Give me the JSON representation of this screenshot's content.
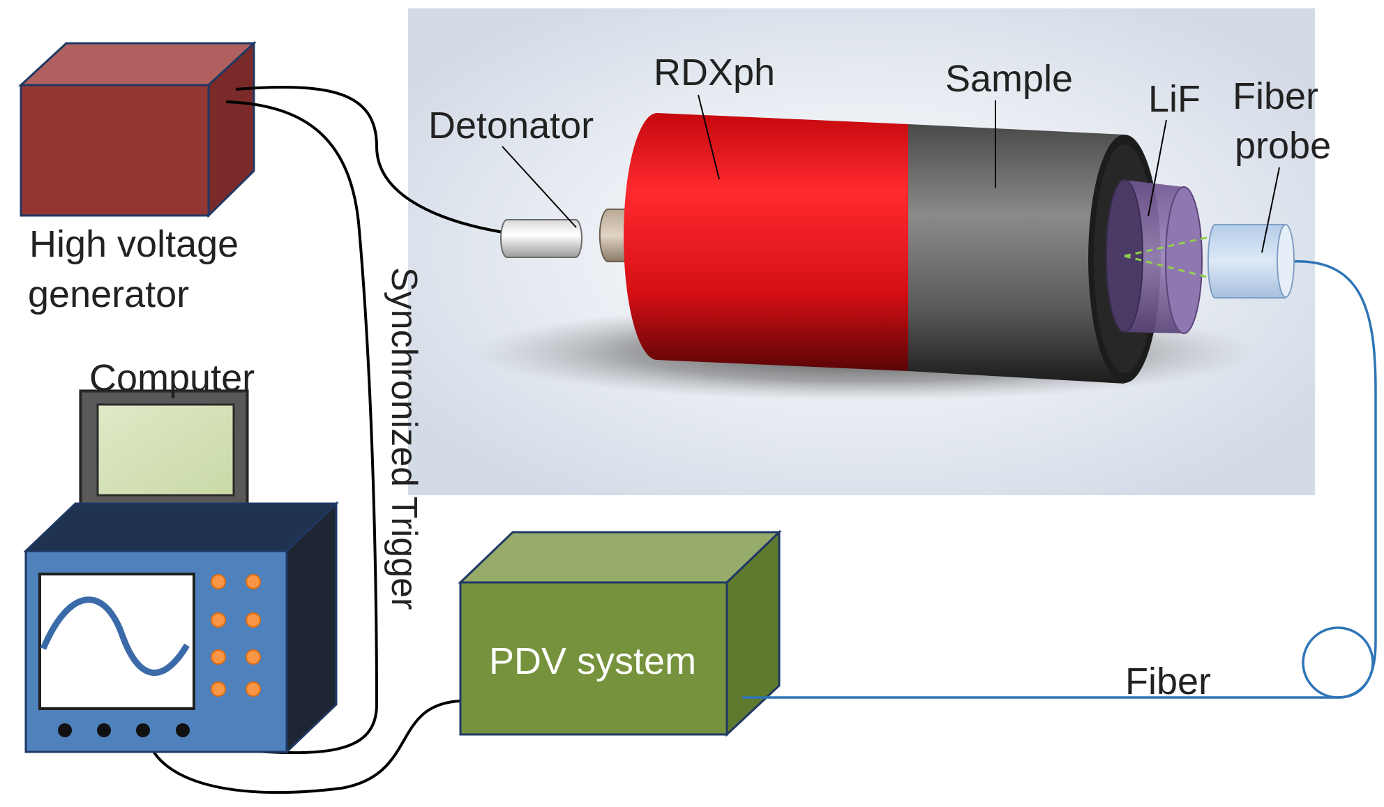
{
  "labels": {
    "high_voltage_line1": "High voltage",
    "high_voltage_line2": "generator",
    "computer": "Computer",
    "synchronized_trigger": "Synchronized Trigger",
    "detonator": "Detonator",
    "rdxph": "RDXph",
    "sample": "Sample",
    "lif": "LiF",
    "fiber_probe_line1": "Fiber",
    "fiber_probe_line2": "probe",
    "pdv_system": "PDV system",
    "fiber": "Fiber"
  },
  "colors": {
    "hv_box_front": "#943634",
    "hv_box_top": "#b0605e",
    "hv_box_side": "#7a2a28",
    "pdv_front": "#76923c",
    "pdv_top": "#97ab6a",
    "pdv_side": "#5f7a2e",
    "scope_front": "#4f81bd",
    "scope_side": "#1f2633",
    "scope_buttons": "#f79646",
    "screen": "#d7e4bd",
    "charge_red": "#e8141a",
    "sample_gray": "#7a7a7a",
    "lif_purple": "#8064a2",
    "probe_blue": "#c6dcf2",
    "fiber_blue": "#2e75b6",
    "cable": "#000000"
  }
}
